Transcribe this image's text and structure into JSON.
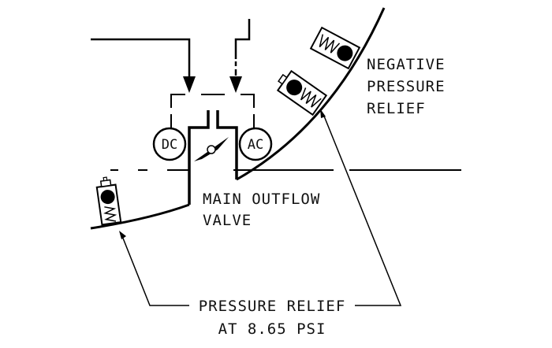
{
  "diagram": {
    "title": "Cabin pressure outflow and relief valves",
    "colors": {
      "ink": "#000000",
      "background": "#ffffff"
    },
    "labels": {
      "negative_relief": [
        "NEGATIVE",
        "PRESSURE",
        "RELIEF"
      ],
      "main_outflow": [
        "MAIN OUTFLOW",
        "VALVE"
      ],
      "pressure_relief": [
        "PRESSURE RELIEF",
        "AT 8.65 PSI"
      ]
    },
    "motors": {
      "dc": "DC",
      "ac": "AC"
    }
  }
}
